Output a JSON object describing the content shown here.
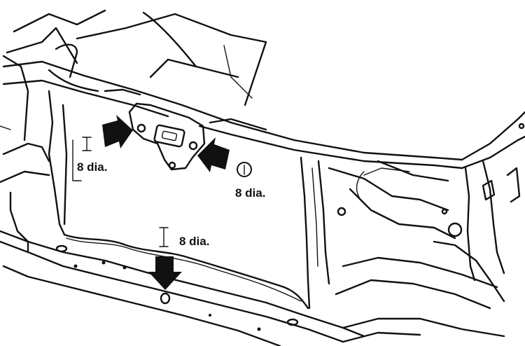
{
  "diagram": {
    "labels": {
      "left": "8 dia.",
      "right": "8 dia.",
      "bottom": "8 dia."
    },
    "arrows": [
      {
        "name": "arrow-left-bracket",
        "direction": "right"
      },
      {
        "name": "arrow-right-bracket",
        "direction": "left"
      },
      {
        "name": "arrow-bottom-center",
        "direction": "down"
      }
    ],
    "symbols": {
      "circle_marker": "circled index mark"
    }
  }
}
